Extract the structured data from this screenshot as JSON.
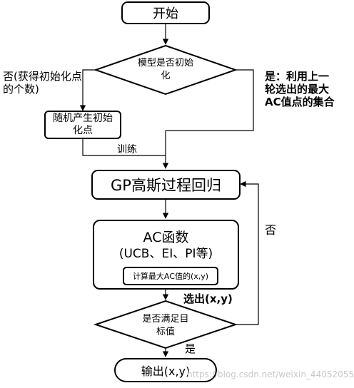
{
  "nodes": {
    "start": "开始",
    "decision_model": "模型是否初始化",
    "random_init": "随机产生初始化点",
    "gp": "GP高斯过程回归",
    "ac_title": "AC函数",
    "ac_sub": "(UCB、EI、PI等)",
    "ac_inner": "计算最大AC值的(x,y)",
    "decision_goal": "是否满足目标值",
    "output": "输出(x,y)"
  },
  "edges": {
    "no_init": "否(获得初始化点的个数)",
    "yes_prev": "是：利用上一轮选出的最大AC值点的集合",
    "train": "训练",
    "no_goal": "否",
    "select_xy": "选出(x,y)",
    "yes_goal": "是"
  },
  "watermark": "https://blog.csdn.net/weixin_44052055"
}
